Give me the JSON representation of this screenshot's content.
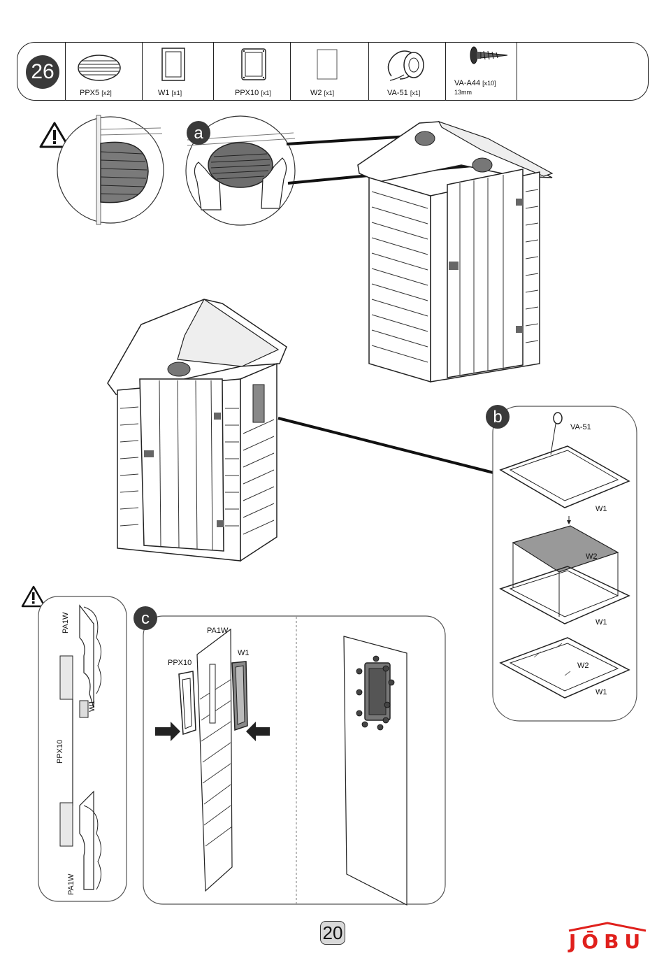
{
  "step": {
    "number": "26"
  },
  "parts": [
    {
      "code": "PPX5",
      "qty": "[x2]",
      "icon": "vent-icon"
    },
    {
      "code": "W1",
      "qty": "[x1]",
      "icon": "window-frame-icon"
    },
    {
      "code": "PPX10",
      "qty": "[x1]",
      "icon": "window-trim-icon"
    },
    {
      "code": "W2",
      "qty": "[x1]",
      "icon": "glass-pane-icon"
    },
    {
      "code": "VA-51",
      "qty": "[x1]",
      "icon": "tape-roll-icon"
    },
    {
      "code": "VA-A44",
      "qty": "[x10]",
      "size": "13mm",
      "icon": "screw-icon"
    }
  ],
  "substeps": {
    "a": "a",
    "b": "b",
    "c": "c"
  },
  "warning_icon": "warning-icon",
  "callouts": {
    "b_tape": "VA-51",
    "b_w1_1": "W1",
    "b_w2_1": "W2",
    "b_w1_2": "W1",
    "b_w2_2": "W2",
    "b_w1_3": "W1",
    "c_pa1w": "PA1W",
    "c_w1": "W1",
    "c_ppx10": "PPX10",
    "sec_pa1w_top": "PA1W",
    "sec_w1": "W1",
    "sec_ppx10": "PPX10",
    "sec_pa1w_bottom": "PA1W"
  },
  "page_number": "20",
  "brand": {
    "name": "JŌBU",
    "color": "#e0201c"
  }
}
